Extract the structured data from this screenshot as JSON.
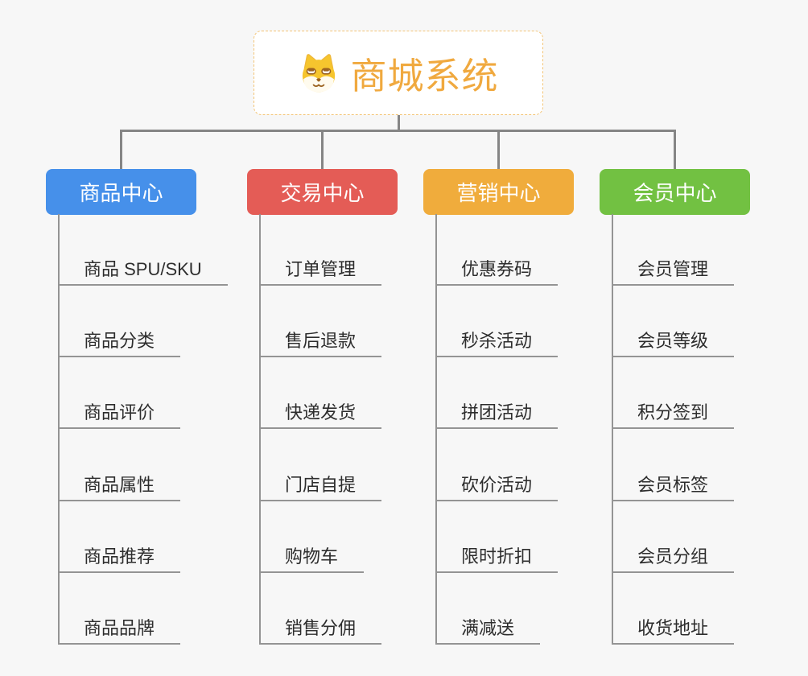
{
  "root": {
    "title": "商城系统",
    "icon": "dog-face-icon",
    "title_color": "#f0a93f",
    "border_color": "#f3c578",
    "background": "#ffffff"
  },
  "connector_color": "#858585",
  "child_line_color": "#949494",
  "canvas_background": "#f7f7f7",
  "branches": [
    {
      "label": "商品中心",
      "color": "#4690ea",
      "children": [
        "商品 SPU/SKU",
        "商品分类",
        "商品评价",
        "商品属性",
        "商品推荐",
        "商品品牌"
      ]
    },
    {
      "label": "交易中心",
      "color": "#e45c56",
      "children": [
        "订单管理",
        "售后退款",
        "快递发货",
        "门店自提",
        "购物车",
        "销售分佣"
      ]
    },
    {
      "label": "营销中心",
      "color": "#f0ac3c",
      "children": [
        "优惠券码",
        "秒杀活动",
        "拼团活动",
        "砍价活动",
        "限时折扣",
        "满减送"
      ]
    },
    {
      "label": "会员中心",
      "color": "#72c142",
      "children": [
        "会员管理",
        "会员等级",
        "积分签到",
        "会员标签",
        "会员分组",
        "收货地址"
      ]
    }
  ]
}
